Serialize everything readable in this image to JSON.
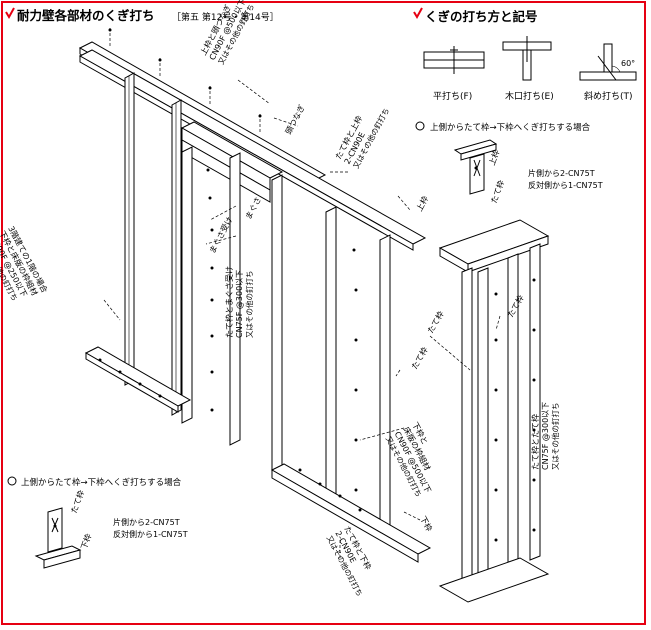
{
  "header": {
    "title": "耐力壁各部材のくぎ打ち",
    "subtitle": "［第五 第12号・第14号］",
    "legend_title": "くぎの打ち方と記号"
  },
  "legend": {
    "flat": "平打ち(F)",
    "end": "木口打ち(E)",
    "toe": "斜め打ち(T)",
    "angle": "60°"
  },
  "case_top": {
    "heading": "上側からたて枠→下枠へくぎ打ちする場合",
    "label_tate": "たて枠",
    "label_ue": "上枠",
    "spec1": "片側から2-CN75T",
    "spec2": "反対側から1-CN75T"
  },
  "case_bottom": {
    "heading": "上側からたて枠→下枠へくぎ打ちする場合",
    "label_tate": "たて枠",
    "label_shita": "下枠",
    "spec1": "片側から2-CN75T",
    "spec2": "反対側から1-CN75T"
  },
  "labels": {
    "top_plates": [
      "上枠と頭つなぎ",
      "CN90F @500以下",
      "又はその他の釘打ち"
    ],
    "head_tie": "頭つなぎ",
    "stud_top_plate": [
      "たて枠と上枠",
      "2-CN90E",
      "又はその他の釘打ち"
    ],
    "top_plate": "上枠",
    "header": "まぐさ",
    "header_support": "まぐさ受け",
    "floor_frame": [
      "3階建ての1階の場合",
      "下枠と床版の枠組材",
      "CN90F @250以下",
      "又はその他の釘打ち"
    ],
    "stud_header_support": [
      "たて枠とまぐさ受け",
      "CN75F @300以下",
      "又はその他の釘打ち"
    ],
    "stud_center": "たて枠",
    "stud_corner_1": "たて枠",
    "stud_corner_2": "たて枠",
    "stud_stud": [
      "たて枠とたて枠",
      "CN75F @300以下",
      "又はその他の釘打ち"
    ],
    "bottom_floor": [
      "下枠と",
      "床版の枠組材",
      "CN90F @500以下",
      "又はその他の釘打ち"
    ],
    "bottom_plate": "下枠",
    "stud_bottom": [
      "たて枠と下枠",
      "2-CN90E",
      "又はその他の釘打ち"
    ]
  },
  "colors": {
    "frame": "#e60012",
    "check": "#e60012",
    "line": "#000000"
  }
}
